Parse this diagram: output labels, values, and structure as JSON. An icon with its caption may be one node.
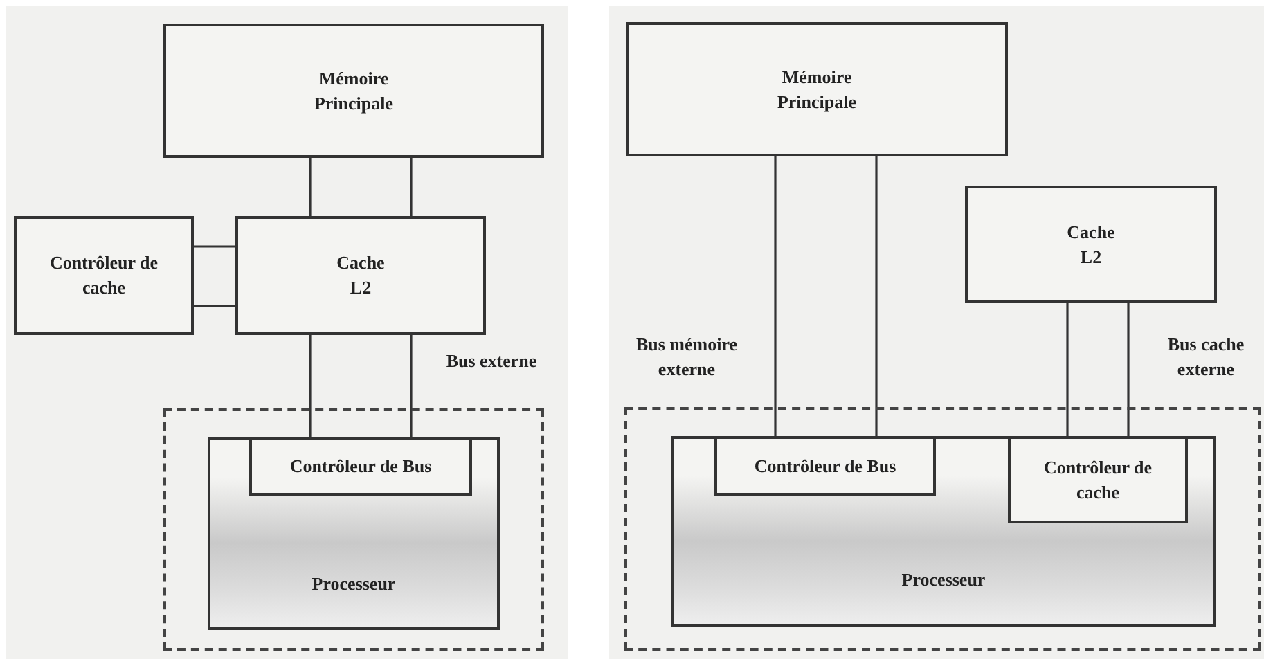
{
  "diagram": {
    "nodes": [
      {
        "text": [
          "Mémoire Principale"
        ]
      },
      {
        "text": [
          "Contrôleur de cache"
        ]
      },
      {
        "text": [
          "Cache L2"
        ]
      },
      {
        "text": [],
        "shape": "box"
      },
      {
        "text": [
          "Processeur"
        ],
        "in": 3
      },
      {
        "text": [
          "Contrôleur de Bus"
        ],
        "in": 4
      },
      {
        "text": [
          "Mémoire Principale"
        ]
      },
      {
        "text": [
          "Cache L2"
        ]
      },
      {
        "text": [],
        "shape": "box"
      },
      {
        "text": [
          "Processeur"
        ],
        "in": 8
      },
      {
        "text": [
          "Contrôleur de Bus"
        ],
        "in": 9
      },
      {
        "text": [
          "Contrôleur de cache"
        ],
        "in": 9
      }
    ],
    "edges": [
      {
        "from": 0,
        "to": 2,
        "arrow": "none"
      },
      {
        "from": 0,
        "to": 2,
        "arrow": "none"
      },
      {
        "from": 1,
        "to": 2,
        "arrow": "none"
      },
      {
        "from": 1,
        "to": 2,
        "arrow": "none"
      },
      {
        "from": 2,
        "to": 5,
        "arrow": "none"
      },
      {
        "from": 2,
        "to": 5,
        "arrow": "none"
      },
      {
        "from": 6,
        "to": 10,
        "arrow": "none"
      },
      {
        "from": 6,
        "to": 10,
        "arrow": "none"
      },
      {
        "from": 7,
        "to": 11,
        "arrow": "none"
      },
      {
        "from": 7,
        "to": 11,
        "arrow": "none"
      }
    ],
    "labels": [
      "Bus externe",
      "Bus mémoire externe",
      "Bus cache externe"
    ]
  }
}
